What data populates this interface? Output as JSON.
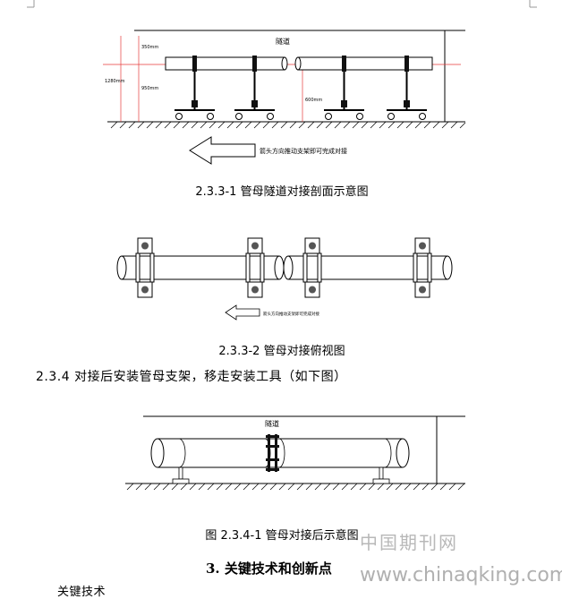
{
  "figure1": {
    "tunnel_label": "隧道",
    "dim_350": "350mm",
    "dim_1280": "1280mm",
    "dim_950": "950mm",
    "dim_600": "600mm",
    "arrow_text": "箭头方向推动支架即可完成对接",
    "caption": "2.3.3-1 管母隧道对接剖面示意图"
  },
  "figure2": {
    "arrow_text": "箭头方向推动支架即可完成对接",
    "caption": "2.3.3-2 管母对接俯视图"
  },
  "step_234": {
    "text": "2.3.4 对接后安装管母支架，移走安装工具（如下图）"
  },
  "figure3": {
    "tunnel_label": "隧道",
    "caption": "图 2.3.4-1 管母对接后示意图"
  },
  "section3": {
    "heading": "3. 关键技术和创新点"
  },
  "cutoff_text": "关键技术",
  "watermark": {
    "cn": "中国期刊网",
    "url": "www.chinaqking.com"
  }
}
